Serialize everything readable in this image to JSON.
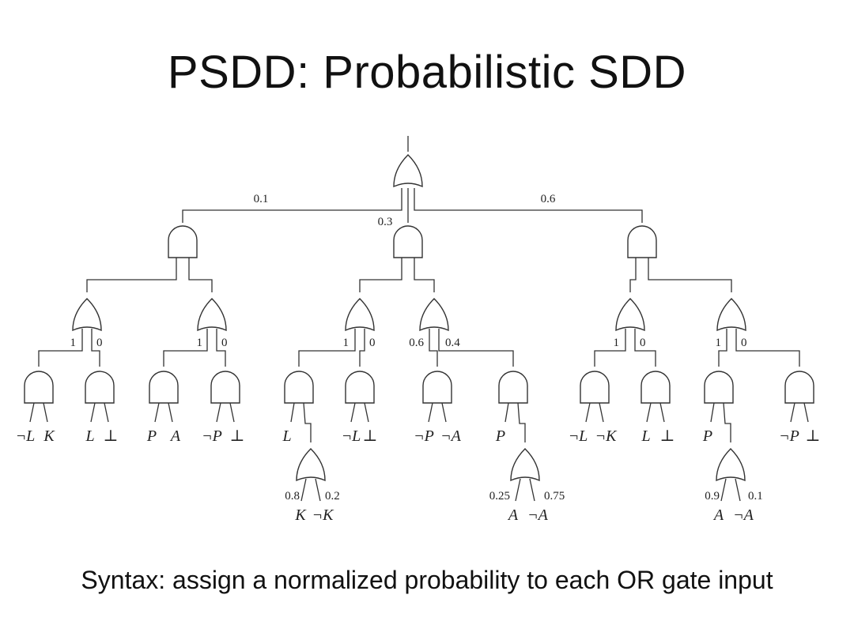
{
  "title": "PSDD: Probabilistic SDD",
  "caption": "Syntax: assign a normalized probability to each OR gate input",
  "root_weights": [
    "0.1",
    "0.3",
    "0.6"
  ],
  "branches": [
    {
      "left_weights": [
        "1",
        "0"
      ],
      "right_weights": [
        "1",
        "0"
      ],
      "leaves": [
        "¬L",
        "K",
        "L",
        "⊥",
        "P",
        "A",
        "¬P",
        "⊥"
      ]
    },
    {
      "left_weights": [
        "1",
        "0"
      ],
      "right_weights": [
        "0.6",
        "0.4"
      ],
      "leaves": [
        "L",
        "¬L",
        "⊥",
        "¬P",
        "¬A",
        "P"
      ],
      "sub_or_left": {
        "weights": [
          "0.8",
          "0.2"
        ],
        "literals": [
          "K",
          "¬K"
        ]
      },
      "sub_or_right": {
        "weights": [
          "0.25",
          "0.75"
        ],
        "literals": [
          "A",
          "¬A"
        ]
      }
    },
    {
      "left_weights": [
        "1",
        "0"
      ],
      "right_weights": [
        "1",
        "0"
      ],
      "leaves": [
        "¬L",
        "¬K",
        "L",
        "⊥",
        "P",
        "¬P",
        "⊥"
      ],
      "sub_or": {
        "weights": [
          "0.9",
          "0.1"
        ],
        "literals": [
          "A",
          "¬A"
        ]
      }
    }
  ]
}
